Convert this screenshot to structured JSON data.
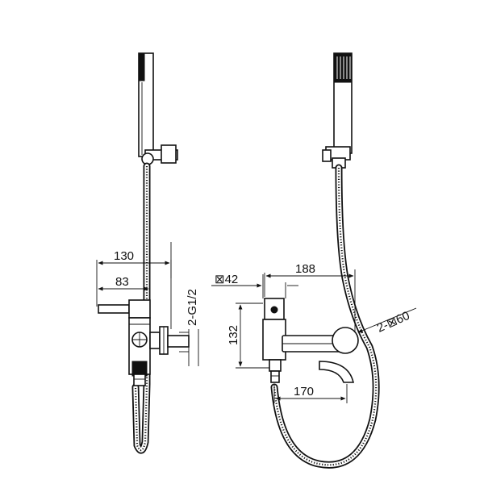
{
  "dimensions": {
    "side_width_total": "130",
    "side_width_body": "83",
    "side_thread": "2-G1/2",
    "front_flange": "⊠42",
    "front_width_total": "188",
    "front_height": "132",
    "front_spout": "170",
    "front_rosette": "2-⊠60"
  }
}
